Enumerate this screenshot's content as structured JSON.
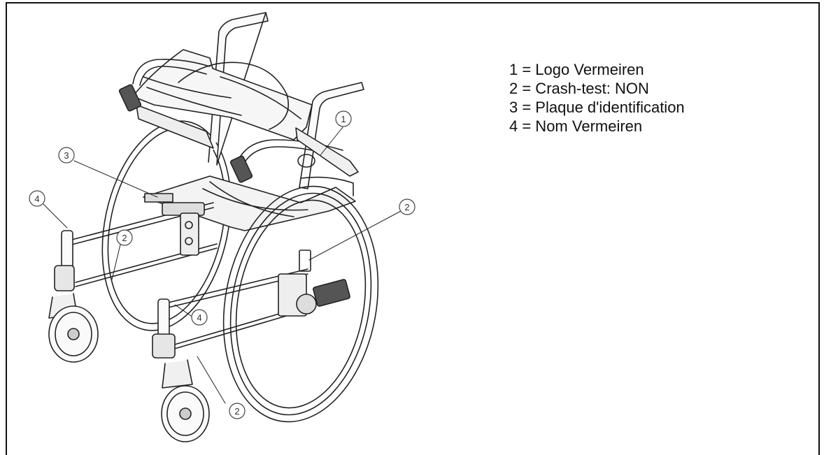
{
  "legend": [
    "1 = Logo Vermeiren",
    "2 = Crash-test: NON",
    "3 = Plaque d'identification",
    "4 = Nom Vermeiren"
  ],
  "callouts": [
    {
      "id": "callout-1",
      "label": "1"
    },
    {
      "id": "callout-2-rear",
      "label": "2"
    },
    {
      "id": "callout-2-left",
      "label": "2"
    },
    {
      "id": "callout-2-bottom",
      "label": "2"
    },
    {
      "id": "callout-3",
      "label": "3"
    },
    {
      "id": "callout-4-left",
      "label": "4"
    },
    {
      "id": "callout-4-mid",
      "label": "4"
    }
  ],
  "colors": {
    "line": "#222222",
    "fill": "#f4f4f4",
    "border": "#111111"
  }
}
